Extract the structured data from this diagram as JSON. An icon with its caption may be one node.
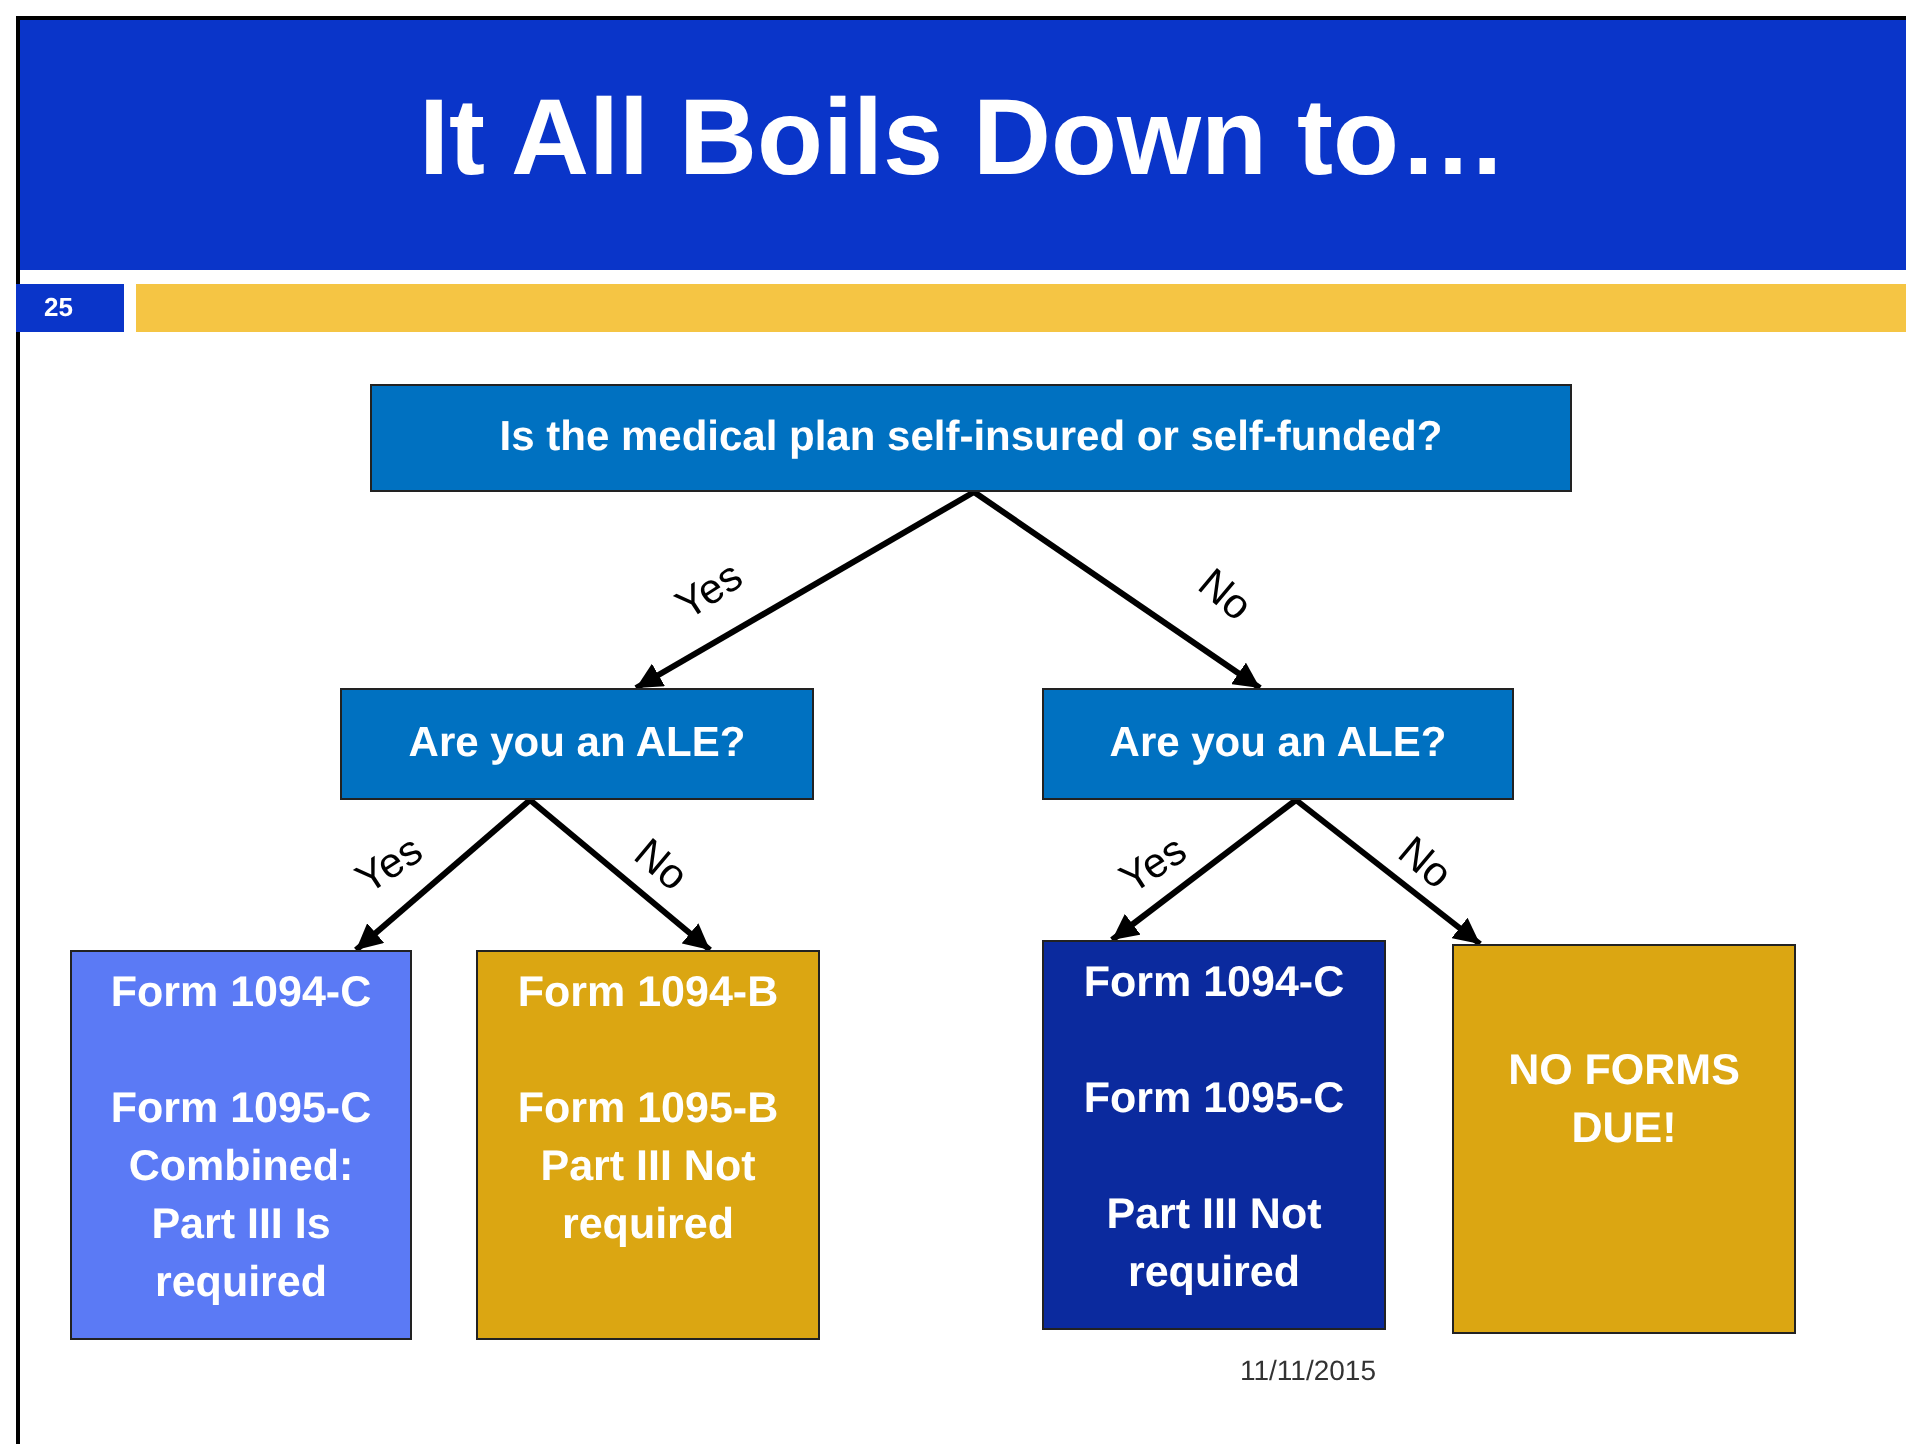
{
  "diagram": {
    "title": "It All Boils Down to…",
    "nodes": [
      {
        "text": [
          "Is the medical plan self-insured or self-funded?"
        ]
      },
      {
        "text": [
          "Are you an ALE?"
        ]
      },
      {
        "text": [
          "Are you an ALE?"
        ]
      },
      {
        "text": [
          "Form 1094-C",
          "Form 1095-C Combined: Part III Is required"
        ]
      },
      {
        "text": [
          "Form 1094-B",
          "Form 1095-B Part III Not required"
        ]
      },
      {
        "text": [
          "Form 1094-C",
          "Form 1095-C",
          "Part III Not required"
        ]
      },
      {
        "text": [
          "NO FORMS DUE!"
        ]
      }
    ],
    "edges": [
      {
        "from": 0,
        "to": 1,
        "arrow": "to",
        "label": "Yes"
      },
      {
        "from": 0,
        "to": 2,
        "arrow": "to",
        "label": "No"
      },
      {
        "from": 1,
        "to": 3,
        "arrow": "to",
        "label": "Yes"
      },
      {
        "from": 1,
        "to": 4,
        "arrow": "to",
        "label": "No"
      },
      {
        "from": 2,
        "to": 5,
        "arrow": "to",
        "label": "Yes"
      },
      {
        "from": 2,
        "to": 6,
        "arrow": "to",
        "label": "No"
      }
    ],
    "labels": [
      "25",
      "11/11/2015"
    ]
  }
}
